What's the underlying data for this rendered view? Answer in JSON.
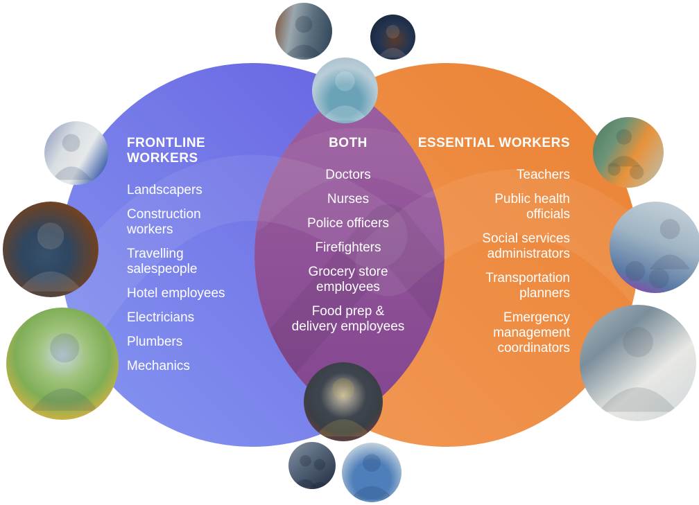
{
  "diagram": {
    "left": {
      "title": "FRONTLINE WORKERS",
      "items": [
        "Landscapers",
        "Construction\nworkers",
        "Travelling\nsalespeople",
        "Hotel employees",
        "Electricians",
        "Plumbers",
        "Mechanics"
      ]
    },
    "both": {
      "title": "BOTH",
      "items": [
        "Doctors",
        "Nurses",
        "Police officers",
        "Firefighters",
        "Grocery store\nemployees",
        "Food prep &\ndelivery employees"
      ]
    },
    "right": {
      "title": "ESSENTIAL WORKERS",
      "items": [
        "Teachers",
        "Public health\nofficials",
        "Social services\nadministrators",
        "Transportation\nplanners",
        "Emergency\nmanagement\ncoordinators"
      ]
    }
  },
  "colors": {
    "left_circle_start": "#8697f1",
    "left_circle_end": "#655fe0",
    "overlap_start": "#9c5fa0",
    "overlap_end": "#82458f",
    "right_circle_start": "#f29a58",
    "right_circle_end": "#ea8132",
    "text": "#ffffff",
    "background": "#ffffff"
  },
  "photos": [
    {
      "id": "grocery-worker",
      "label": "Grocery store worker in apron using a tablet"
    },
    {
      "id": "night-worker",
      "label": "Worker in dark jacket at a night workbench"
    },
    {
      "id": "doctor",
      "label": "Female doctor with stethoscope holding a clipboard"
    },
    {
      "id": "plumber",
      "label": "Plumber repairing a sink"
    },
    {
      "id": "hotel-receptionist",
      "label": "Hotel receptionist smiling at front desk"
    },
    {
      "id": "landscaper",
      "label": "Landscaper tending flowers in a greenhouse"
    },
    {
      "id": "firefighter",
      "label": "Firefighter in helmet with crossed arms"
    },
    {
      "id": "police-officers",
      "label": "Two police officers beside a patrol car"
    },
    {
      "id": "male-nurse",
      "label": "Male nurse in scrubs with crossed arms"
    },
    {
      "id": "teacher",
      "label": "Teacher in classroom with students raising hands"
    },
    {
      "id": "social-services-presenter",
      "label": "Woman presenting to a group holding a purple folder"
    },
    {
      "id": "coordinator",
      "label": "Woman in white blazer using phone at a laptop"
    }
  ]
}
